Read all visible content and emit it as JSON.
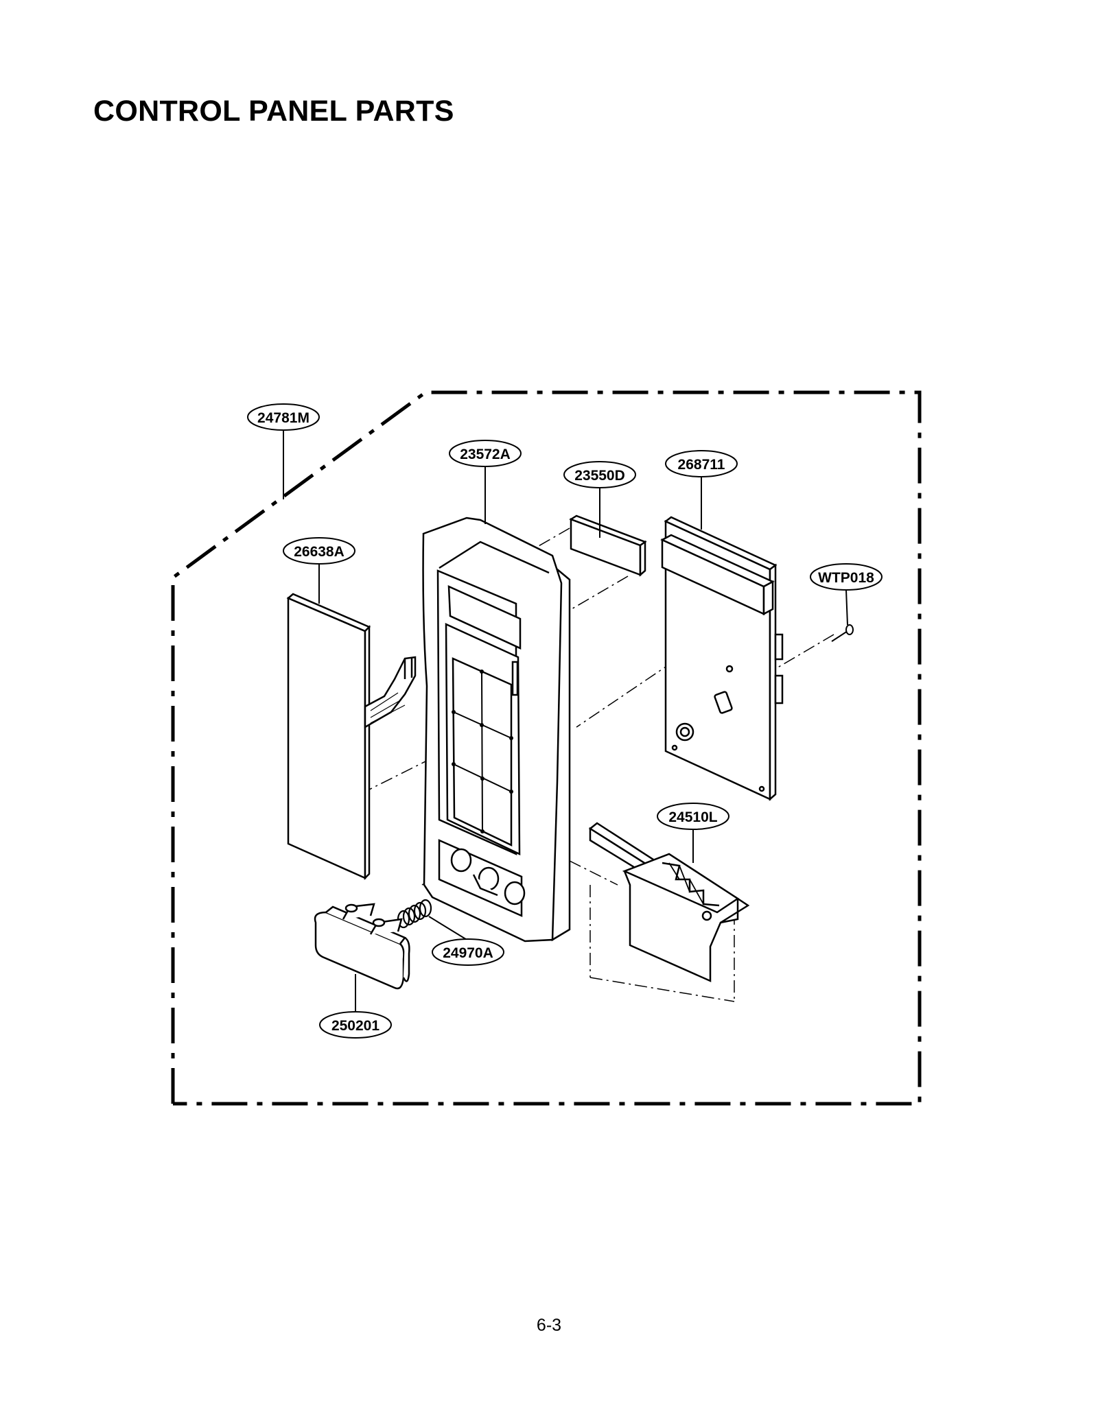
{
  "page": {
    "title": "CONTROL PANEL PARTS",
    "page_number": "6-3"
  },
  "part_labels": {
    "frame": "24781M",
    "panel_assembly": "23572A",
    "window": "23550D",
    "pcb": "268711",
    "screw": "WTP018",
    "membrane_sheet": "26638A",
    "latch_lever": "24510L",
    "spring": "24970A",
    "door_button": "250201"
  }
}
